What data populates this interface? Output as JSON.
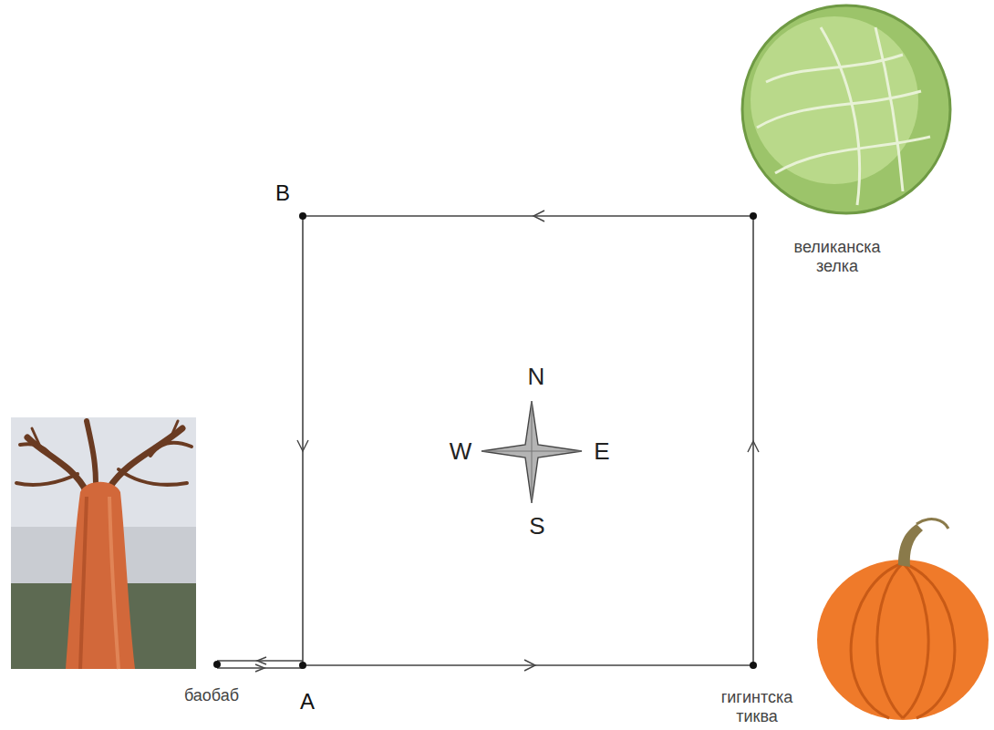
{
  "diagram": {
    "labels": [
      "B",
      "великанска зелка",
      "N",
      "W",
      "E",
      "S",
      "баобаб",
      "A",
      "гигинтска тиква"
    ]
  }
}
